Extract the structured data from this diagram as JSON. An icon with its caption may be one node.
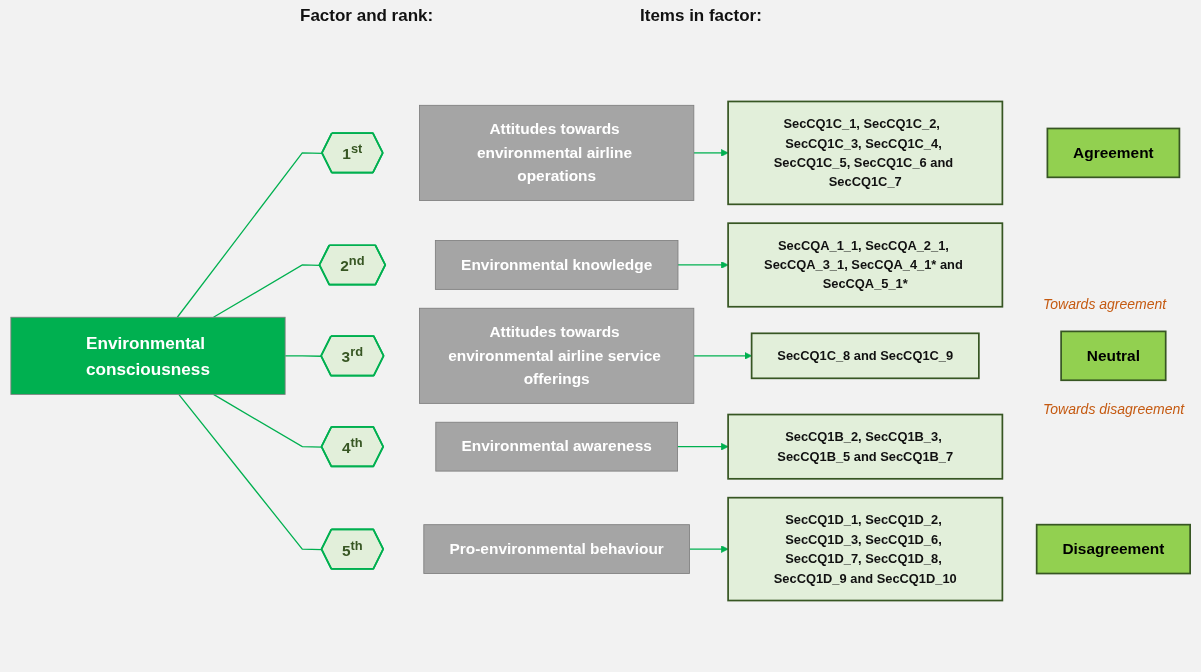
{
  "diagram": {
    "nodes": [
      {
        "text": [
          "Environmental consciousness"
        ]
      },
      {
        "text": [
          "1$^{st}$"
        ]
      },
      {
        "text": [
          "Attitudes towards environmental airline operations"
        ]
      },
      {
        "text": [
          "SecCQ1C_1, SecCQ1C_2,  SecCQ1C_3, SecCQ1C_4, SecCQ1C_5, SecCQ1C_6 and SecCQ1C_7"
        ]
      },
      {
        "text": [
          "2$^{nd}$"
        ]
      },
      {
        "text": [
          "Environmental knowledge"
        ]
      },
      {
        "text": [
          "SecCQA_1_1, SecCQA_2_1, SecCQA_3_1, SecCQA_4_1* and SecCQA_5_1*"
        ]
      },
      {
        "text": [
          "3$^{rd}$"
        ]
      },
      {
        "text": [
          "Attitudes towards environmental airline service offerings"
        ]
      },
      {
        "text": [
          "SecCQ1C_8 and SecCQ1C_9"
        ]
      },
      {
        "text": [
          "4$^{th}$"
        ]
      },
      {
        "text": [
          "Environmental awareness"
        ]
      },
      {
        "text": [
          "SecCQ1B_2, SecCQ1B_3, SecCQ1B_5 and SecCQ1B_7"
        ]
      },
      {
        "text": [
          "5$^{th}$"
        ]
      },
      {
        "text": [
          "Pro-environmental behaviour"
        ]
      },
      {
        "text": [
          "SecCQ1D_1, SecCQ1D_2, SecCQ1D_3, SecCQ1D_6, SecCQ1D_7, SecCQ1D_8, SecCQ1D_9 and SecCQ1D_10"
        ]
      },
      {
        "text": [
          "Agreement"
        ]
      },
      {
        "text": [
          "Neutral"
        ]
      },
      {
        "text": [
          "Disagreement"
        ]
      }
    ],
    "edges": [
      {
        "from": 0,
        "to": 1,
        "arrow": "none"
      },
      {
        "from": 0,
        "to": 4,
        "arrow": "none"
      },
      {
        "from": 0,
        "to": 7,
        "arrow": "none"
      },
      {
        "from": 0,
        "to": 10,
        "arrow": "none"
      },
      {
        "from": 0,
        "to": 13,
        "arrow": "none"
      },
      {
        "from": 2,
        "to": 3,
        "arrow": "to"
      },
      {
        "from": 5,
        "to": 6,
        "arrow": "to"
      },
      {
        "from": 8,
        "to": 9,
        "arrow": "to"
      },
      {
        "from": 11,
        "to": 12,
        "arrow": "to"
      },
      {
        "from": 14,
        "to": 15,
        "arrow": "to"
      }
    ],
    "labels": [
      "Factor and rank:",
      "Items in factor:",
      "Towards agreement",
      "Towards disagreement"
    ]
  }
}
